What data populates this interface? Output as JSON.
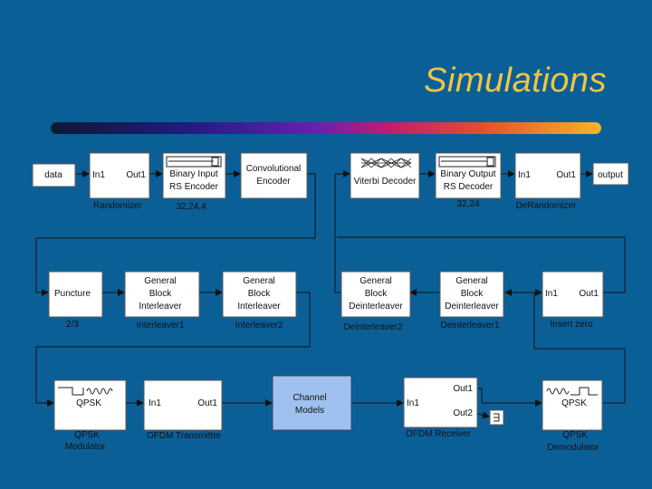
{
  "slide": {
    "title": "Simulations"
  },
  "row1": {
    "data": "data",
    "randomizer": {
      "in": "In1",
      "out": "Out1",
      "caption": "Randomizer"
    },
    "rs_encoder": {
      "line1": "Binary Input",
      "line2": "RS Encoder",
      "caption": "32,24,4"
    },
    "conv_encoder": {
      "line1": "Convolutional",
      "line2": "Encoder"
    },
    "viterbi": {
      "label": "Viterbi Decoder"
    },
    "rs_decoder": {
      "line1": "Binary Output",
      "line2": "RS Decoder",
      "caption": "32,24"
    },
    "derandomizer": {
      "in": "In1",
      "out": "Out1",
      "caption": "DeRandomizer"
    },
    "output": "output"
  },
  "row2": {
    "puncture": {
      "label": "Puncture",
      "caption": "2/3"
    },
    "interleaver1": {
      "line1": "General",
      "line2": "Block",
      "line3": "Interleaver",
      "caption": "Interleaver1"
    },
    "interleaver2": {
      "line1": "General",
      "line2": "Block",
      "line3": "Interleaver",
      "caption": "Interleaver2"
    },
    "deinterleaver2": {
      "line1": "General",
      "line2": "Block",
      "line3": "Deinterleaver",
      "caption": "Deinterleaver2"
    },
    "deinterleaver1": {
      "line1": "General",
      "line2": "Block",
      "line3": "Deinterleaver",
      "caption": "Deinterleaver1"
    },
    "insert_zero": {
      "in": "In1",
      "out": "Out1",
      "caption": "Insert zero"
    }
  },
  "row3": {
    "qpsk_mod": {
      "label": "QPSK",
      "caption1": "QPSK",
      "caption2": "Modulator"
    },
    "ofdm_tx": {
      "in": "In1",
      "out": "Out1",
      "caption": "OFDM Transmitter"
    },
    "channel": {
      "line1": "Channel",
      "line2": "Models"
    },
    "ofdm_rx": {
      "in": "In1",
      "out1": "Out1",
      "out2": "Out2",
      "caption": "OFDM Receiver"
    },
    "qpsk_demod": {
      "label": "QPSK",
      "caption1": "QPSK",
      "caption2": "Demodulator"
    }
  }
}
